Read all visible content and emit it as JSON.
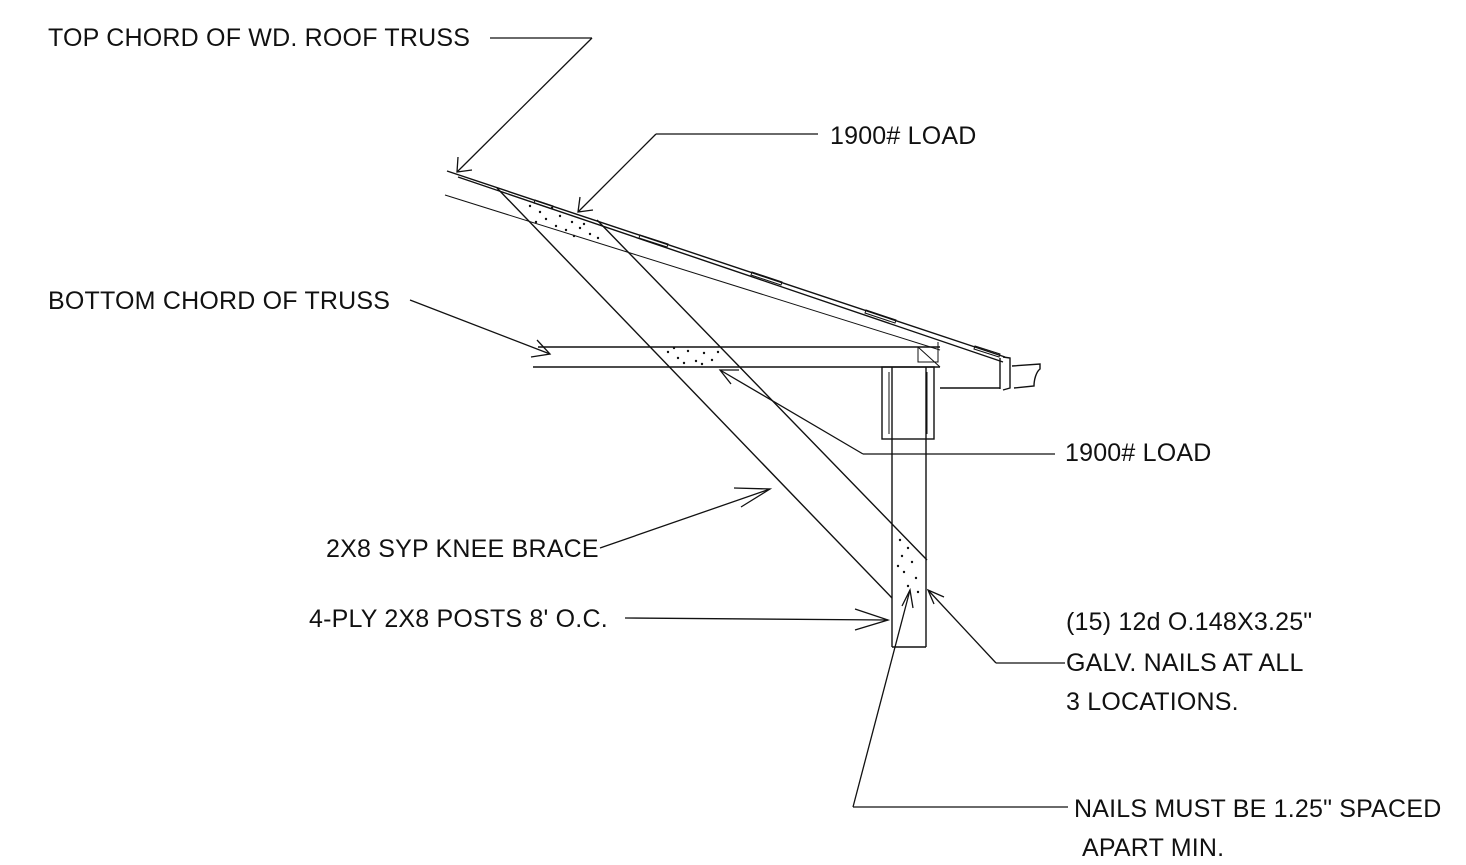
{
  "labels": {
    "top_chord": "TOP CHORD OF WD. ROOF TRUSS",
    "load_upper": "1900# LOAD",
    "bottom_chord": "BOTTOM CHORD OF TRUSS",
    "load_lower": "1900# LOAD",
    "knee_brace": "2X8 SYP KNEE BRACE",
    "posts": "4-PLY 2X8 POSTS 8' O.C.",
    "nails_line1": "(15) 12d O.148X3.25\"",
    "nails_line2": "GALV. NAILS AT ALL",
    "nails_line3": "3 LOCATIONS.",
    "spacing_line1": "NAILS MUST BE 1.25\" SPACED",
    "spacing_line2": "APART MIN."
  },
  "colors": {
    "ink": "#111111",
    "background": "#ffffff"
  }
}
